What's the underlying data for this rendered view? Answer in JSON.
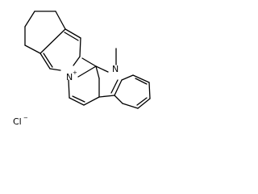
{
  "structure": {
    "atoms": {
      "n_plus": {
        "symbol": "N",
        "charge": "+"
      },
      "n_methyl": {
        "symbol": "N"
      },
      "chloride": {
        "symbol": "Cl",
        "charge": "−"
      }
    },
    "colors": {
      "bond": "#000000",
      "nitrogen": "#0000ff",
      "background": "#ffffff"
    }
  }
}
